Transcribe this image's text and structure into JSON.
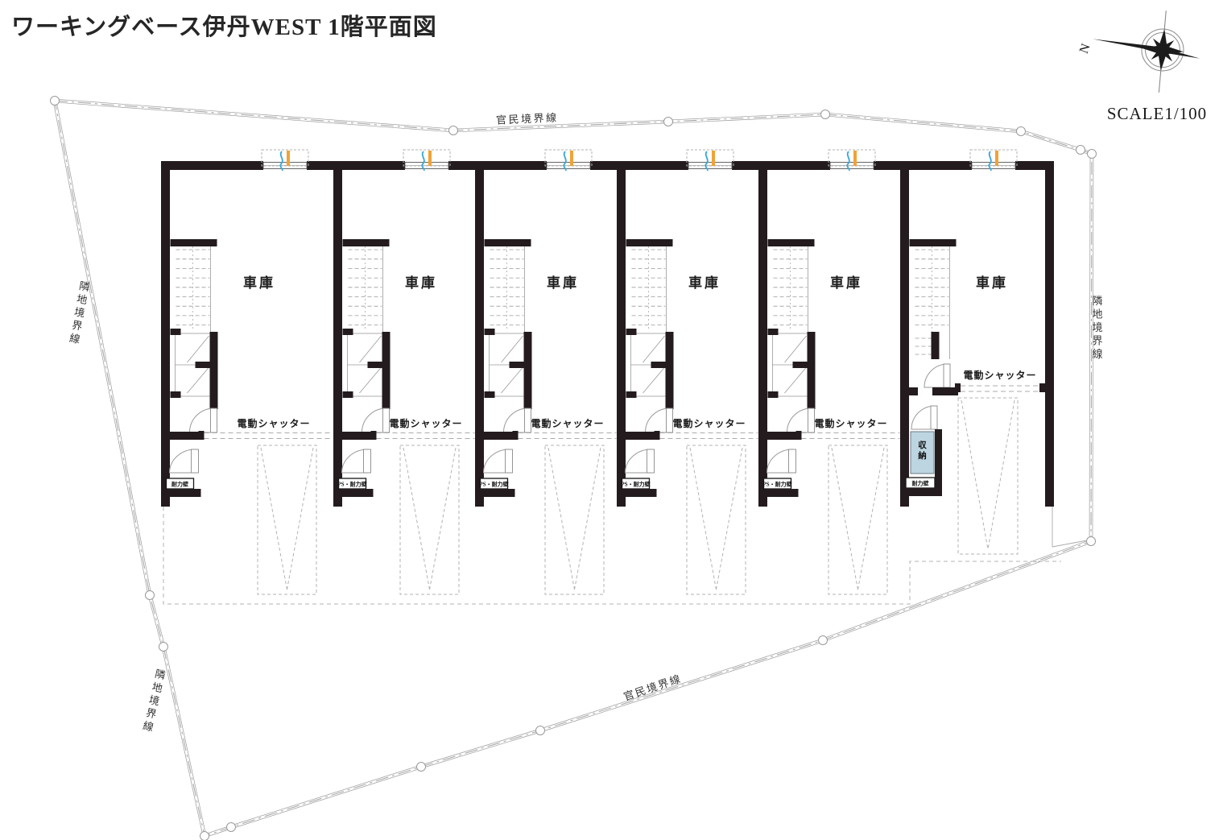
{
  "title": "ワーキングベース伊丹WEST 1階平面図",
  "scale_label": "SCALE1/100",
  "compass": {
    "north_label": "N"
  },
  "boundaries": {
    "top": "官民境界線",
    "left": "隣地境界線",
    "right": "隣地境界線",
    "bottom_left": "隣地境界線",
    "bottom": "官民境界線"
  },
  "units": [
    {
      "room_label": "車庫",
      "shutter_label": "電動シャッター",
      "wall_label": "耐力壁"
    },
    {
      "room_label": "車庫",
      "shutter_label": "電動シャッター",
      "wall_label": "PS・耐力壁"
    },
    {
      "room_label": "車庫",
      "shutter_label": "電動シャッター",
      "wall_label": "PS・耐力壁"
    },
    {
      "room_label": "車庫",
      "shutter_label": "電動シャッター",
      "wall_label": "PS・耐力壁"
    },
    {
      "room_label": "車庫",
      "shutter_label": "電動シャッター",
      "wall_label": "PS・耐力壁"
    },
    {
      "room_label": "車庫",
      "shutter_label": "電動シャッター",
      "wall_label": "耐力壁",
      "storage_label": "収納"
    }
  ],
  "colors": {
    "wall": "#231b1e",
    "line": "#9a9a9a",
    "dashed": "#b3b3b3",
    "storage_fill": "#bcd5e1",
    "storage_border": "#5f6f78",
    "window_blue": "#39a7d8",
    "window_orange": "#f1a236",
    "text": "#1f1f1f"
  }
}
